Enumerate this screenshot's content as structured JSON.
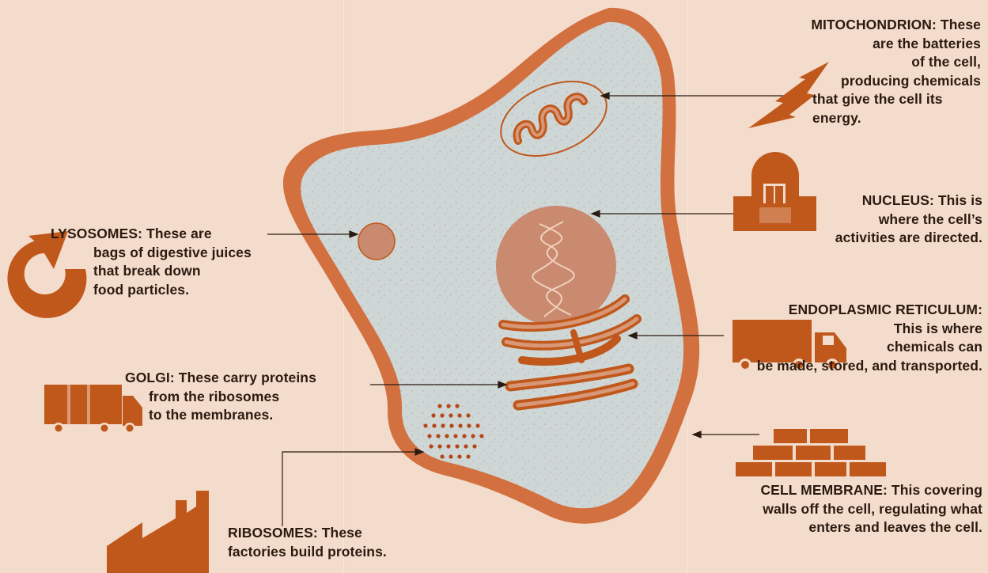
{
  "colors": {
    "background": "#f3dccb",
    "membrane": "#d2703f",
    "cytoplasm": "#cfd6d6",
    "organelle": "#c98a6f",
    "icon": "#c0581c",
    "text": "#2b1a10"
  },
  "labels": {
    "mitochondrion": {
      "title": "MITOCHONDRION:",
      "lines": [
        "These",
        "are the batteries",
        "of the cell,",
        "producing chemicals",
        "that give the cell its",
        "energy."
      ],
      "icon": "lightning-bolt-icon"
    },
    "nucleus": {
      "lines": [
        "NUCLEUS: This is",
        "where the cell’s",
        "activities are directed."
      ],
      "icon": "domed-building-icon"
    },
    "endoplasmic_reticulum": {
      "lines": [
        "ENDOPLASMIC RETICULUM:",
        "This is where",
        "chemicals can",
        "be made, stored, and transported."
      ],
      "icon": "truck-icon"
    },
    "cell_membrane": {
      "lines": [
        "CELL MEMBRANE: This covering",
        "walls off the cell, regulating what",
        "enters and leaves the cell."
      ],
      "icon": "brick-wall-icon"
    },
    "lysosomes": {
      "lines": [
        "LYSOSOMES: These are",
        "bags of digestive juices",
        "that break down",
        "food particles."
      ],
      "icon": "recycle-arrow-icon"
    },
    "golgi": {
      "lines": [
        "GOLGI: These carry proteins",
        "from the ribosomes",
        "to the membranes."
      ],
      "icon": "delivery-truck-icon"
    },
    "ribosomes": {
      "lines": [
        "RIBOSOMES: These",
        "factories build proteins."
      ],
      "icon": "factory-icon"
    }
  }
}
